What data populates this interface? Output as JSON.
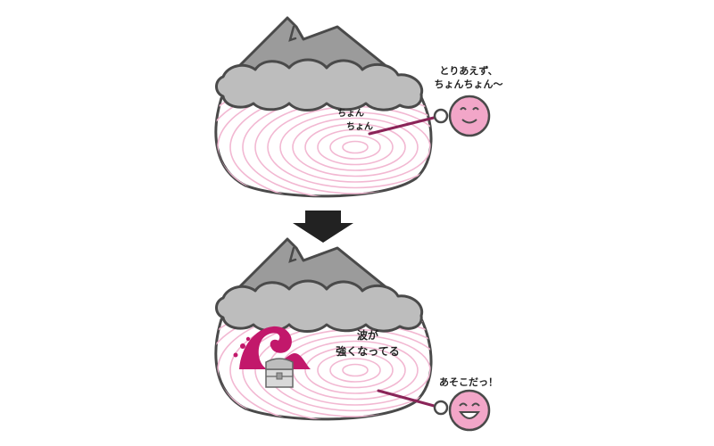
{
  "panels": {
    "top": {
      "speech": [
        "とりあえず、",
        "ちょんちょん〜"
      ],
      "sound": [
        "ちょん",
        "ちょん"
      ]
    },
    "bottom": {
      "caption": [
        "波が",
        "強くなってる"
      ],
      "speech": "あそこだっ！"
    }
  },
  "colors": {
    "mountain": "#9b9b9b",
    "cloud": "#bdbdbd",
    "outline": "#4a4a4a",
    "ripple": "#f2b8d2",
    "stick": "#8a2458",
    "face": "#f2a6c8",
    "wave": "#c2186b",
    "chest": "#bdbdbd"
  },
  "icons": [
    "mountain-icon",
    "cloud-band-icon",
    "ripple-icon",
    "face-icon",
    "arrow-down-icon",
    "wave-icon",
    "treasure-chest-icon"
  ]
}
